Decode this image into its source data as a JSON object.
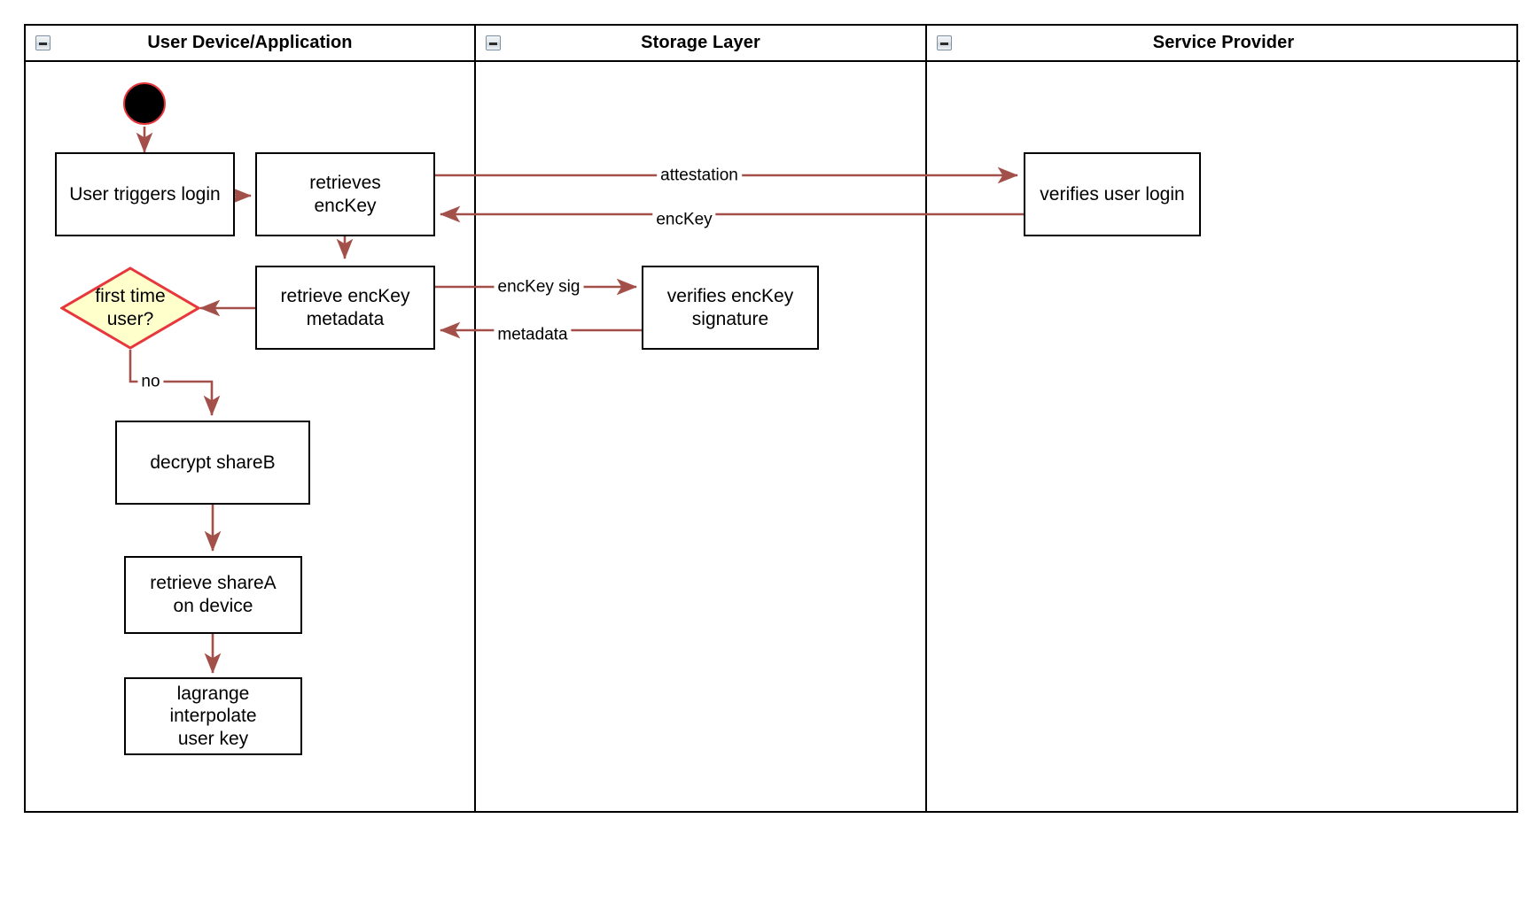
{
  "diagram": {
    "type": "uml-activity-swimlane",
    "accent_colors": {
      "edge": "#a4504a",
      "decision_fill": "#ffffcc",
      "decision_stroke": "#e8373c",
      "start_node_fill": "#000000",
      "start_node_stroke": "#e8373c",
      "node_stroke": "#000000",
      "lane_stroke": "#000000"
    },
    "lanes": [
      {
        "id": "user-device",
        "title": "User Device/Application",
        "collapse_icon": "minus-box-icon"
      },
      {
        "id": "storage-layer",
        "title": "Storage Layer",
        "collapse_icon": "minus-box-icon"
      },
      {
        "id": "service-provider",
        "title": "Service Provider",
        "collapse_icon": "minus-box-icon"
      }
    ],
    "nodes": [
      {
        "id": "start",
        "lane": "user-device",
        "kind": "initial-node",
        "label": ""
      },
      {
        "id": "user-triggers-login",
        "lane": "user-device",
        "kind": "action",
        "label": "User triggers login"
      },
      {
        "id": "retrieves-enckey",
        "lane": "user-device",
        "kind": "action",
        "label": "retrieves\nencKey"
      },
      {
        "id": "retrieve-enckey-metadata",
        "lane": "user-device",
        "kind": "action",
        "label": "retrieve encKey\nmetadata"
      },
      {
        "id": "first-time-user",
        "lane": "user-device",
        "kind": "decision",
        "label": "first time\nuser?"
      },
      {
        "id": "decrypt-shareb",
        "lane": "user-device",
        "kind": "action",
        "label": "decrypt shareB"
      },
      {
        "id": "retrieve-sharea-on-device",
        "lane": "user-device",
        "kind": "action",
        "label": "retrieve shareA\non device"
      },
      {
        "id": "lagrange-interpolate-user-key",
        "lane": "user-device",
        "kind": "action",
        "label": "lagrange interpolate\nuser key"
      },
      {
        "id": "verifies-enckey-signature",
        "lane": "storage-layer",
        "kind": "action",
        "label": "verifies encKey\nsignature"
      },
      {
        "id": "verifies-user-login",
        "lane": "service-provider",
        "kind": "action",
        "label": "verifies user login"
      }
    ],
    "edges": [
      {
        "id": "e-start-login",
        "from": "start",
        "to": "user-triggers-login",
        "label": ""
      },
      {
        "id": "e-login-retrieves",
        "from": "user-triggers-login",
        "to": "retrieves-enckey",
        "label": ""
      },
      {
        "id": "e-attestation",
        "from": "retrieves-enckey",
        "to": "verifies-user-login",
        "label": "attestation"
      },
      {
        "id": "e-enckey",
        "from": "verifies-user-login",
        "to": "retrieves-enckey",
        "label": "encKey"
      },
      {
        "id": "e-retrieves-metadata",
        "from": "retrieves-enckey",
        "to": "retrieve-enckey-metadata",
        "label": ""
      },
      {
        "id": "e-enckey-sig",
        "from": "retrieve-enckey-metadata",
        "to": "verifies-enckey-signature",
        "label": "encKey sig"
      },
      {
        "id": "e-metadata",
        "from": "verifies-enckey-signature",
        "to": "retrieve-enckey-metadata",
        "label": "metadata"
      },
      {
        "id": "e-metadata-decision",
        "from": "retrieve-enckey-metadata",
        "to": "first-time-user",
        "label": ""
      },
      {
        "id": "e-no",
        "from": "first-time-user",
        "to": "decrypt-shareb",
        "label": "no"
      },
      {
        "id": "e-decrypt-retrieve",
        "from": "decrypt-shareb",
        "to": "retrieve-sharea-on-device",
        "label": ""
      },
      {
        "id": "e-retrieve-lagrange",
        "from": "retrieve-sharea-on-device",
        "to": "lagrange-interpolate-user-key",
        "label": ""
      }
    ]
  }
}
